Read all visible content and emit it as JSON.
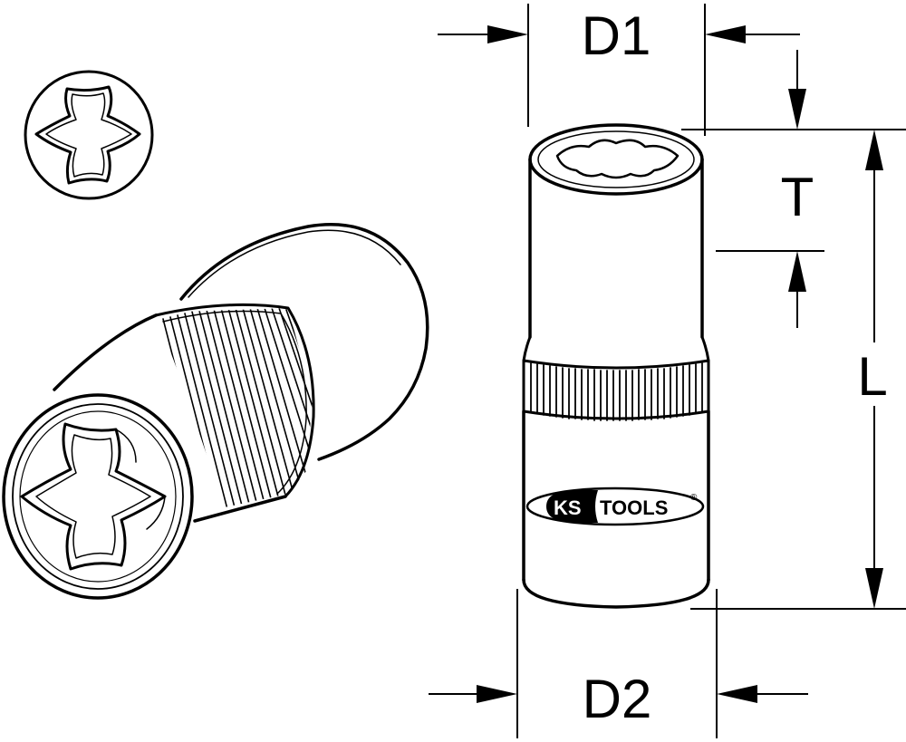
{
  "labels": {
    "d1": "D1",
    "d2": "D2",
    "t": "T",
    "l": "L"
  },
  "logo": {
    "brand_left": "KS",
    "brand_right": "TOOLS",
    "registered": "®"
  },
  "icons": {
    "torx_profile": "torx-star-icon"
  },
  "colors": {
    "line": "#000000",
    "background": "#ffffff"
  }
}
